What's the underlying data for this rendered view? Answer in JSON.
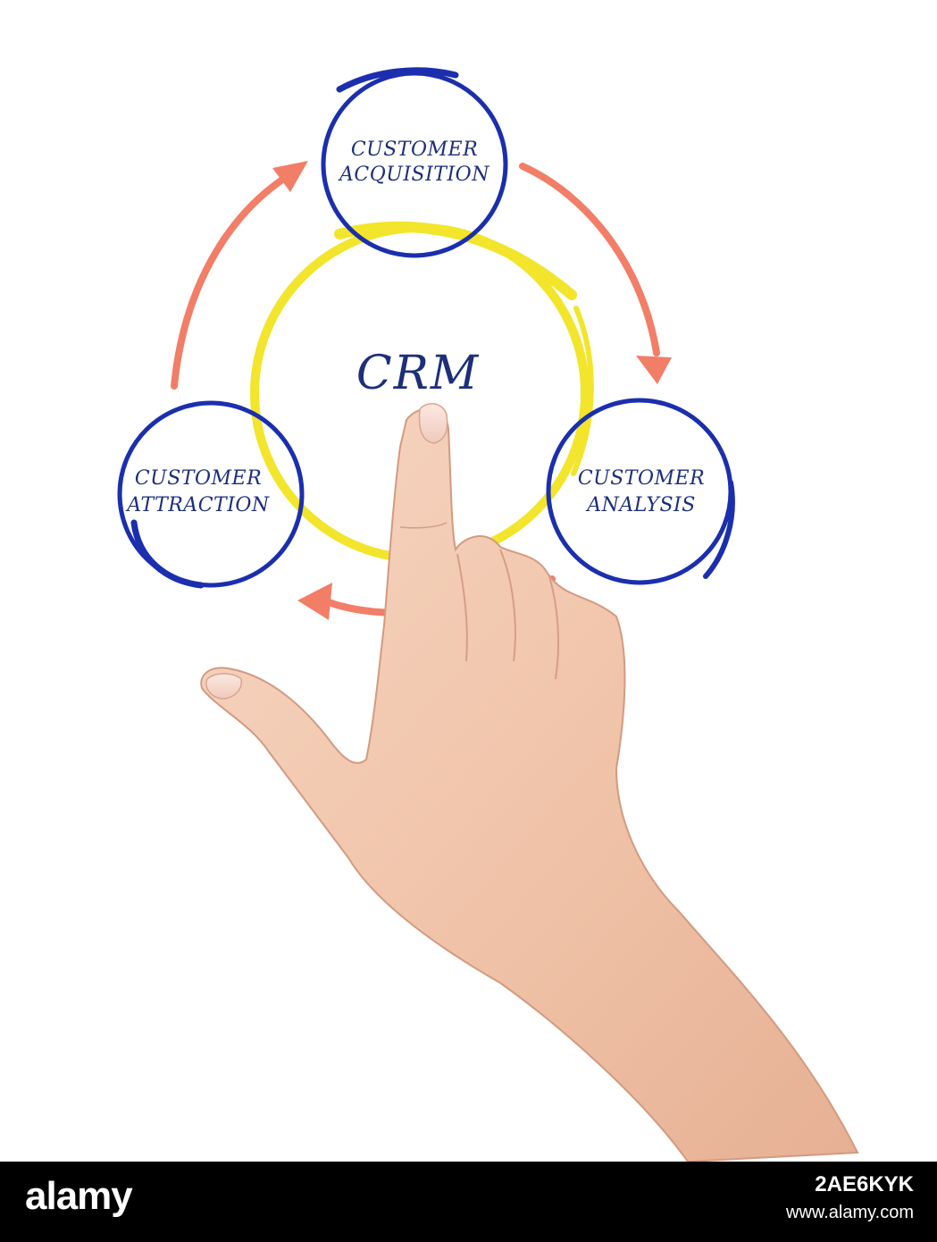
{
  "diagram": {
    "center": "CRM",
    "nodes": {
      "acquisition": [
        "CUSTOMER",
        "ACQUISITION"
      ],
      "analysis": [
        "CUSTOMER",
        "ANALYSIS"
      ],
      "attraction": [
        "CUSTOMER",
        "ATTRACTION"
      ]
    },
    "colors": {
      "node_ring": "#1b2fae",
      "center_ring": "#f2e52c",
      "arrow": "#f27e68",
      "text": "#1d2f7a",
      "skin": "#f2c8b0"
    }
  },
  "footer": {
    "brand": "alamy",
    "image_id": "2AE6KYK",
    "url": "www.alamy.com"
  }
}
